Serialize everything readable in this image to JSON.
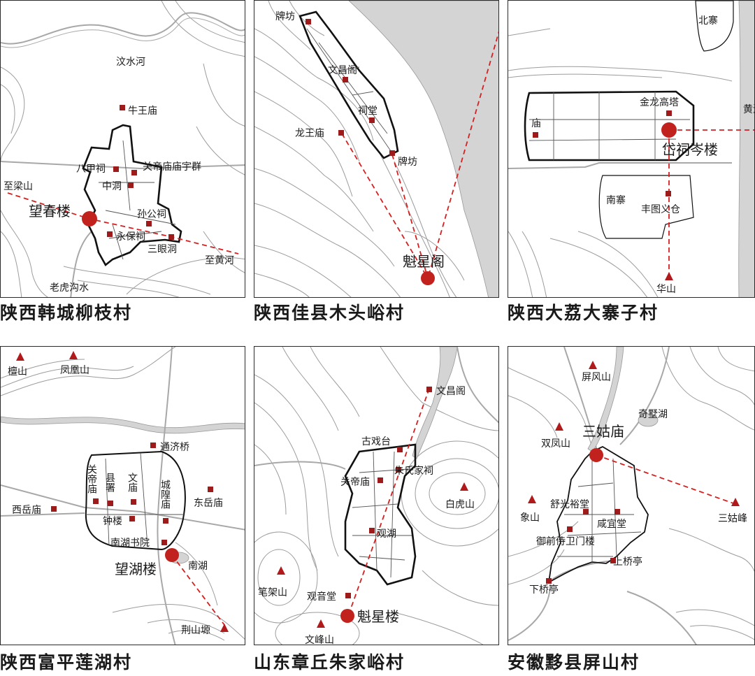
{
  "colors": {
    "landmark": "#9e1b1b",
    "focal": "#c2221d",
    "axis": "#d42020",
    "water": "#d4d4d4"
  },
  "panels": [
    {
      "caption": "陕西韩城柳枝村",
      "labels": {
        "river1": "汶水河",
        "river2": "老虎沟水",
        "to_left": "至梁山",
        "to_right": "至黄河"
      },
      "landmarks": [
        "牛王庙",
        "八甲祠",
        "关帝庙庙宇群",
        "中洞",
        "孙公祠",
        "永保祠",
        "三眼洞"
      ],
      "focal": "望春楼"
    },
    {
      "caption": "陕西佳县木头峪村",
      "landmarks": [
        "牌坊",
        "文昌阁",
        "祠堂",
        "龙王庙",
        "牌坊"
      ],
      "focal": "魁星阁"
    },
    {
      "caption": "陕西大荔大寨子村",
      "labels": {
        "north": "北寨",
        "south": "南寨",
        "river": "黄河"
      },
      "landmarks": [
        "金龙高塔",
        "庙",
        "丰图义仓"
      ],
      "peaks": [
        "华山"
      ],
      "focal": "岱祠岑楼"
    },
    {
      "caption": "陕西富平莲湖村",
      "labels": {
        "lake": "南湖"
      },
      "peaks": [
        "檀山",
        "凤凰山",
        "荆山塬"
      ],
      "landmarks": [
        "通济桥",
        "关帝庙",
        "县署",
        "文庙",
        "城隍庙",
        "东岳庙",
        "西岳庙",
        "钟楼",
        "南湖书院"
      ],
      "focal": "望湖楼"
    },
    {
      "caption": "山东章丘朱家峪村",
      "landmarks": [
        "文昌阁",
        "古戏台",
        "朱氏家祠",
        "关帝庙",
        "观湖",
        "观音堂"
      ],
      "peaks": [
        "白虎山",
        "笔架山",
        "文峰山"
      ],
      "focal": "魁星楼"
    },
    {
      "caption": "安徽黟县屏山村",
      "labels": {
        "lake": "奇墅湖"
      },
      "peaks": [
        "屏风山",
        "双凤山",
        "象山",
        "三姑峰"
      ],
      "landmarks": [
        "舒光裕堂",
        "咸宜堂",
        "御前侍卫门楼",
        "上桥亭",
        "下桥亭"
      ],
      "focal": "三姑庙"
    }
  ]
}
